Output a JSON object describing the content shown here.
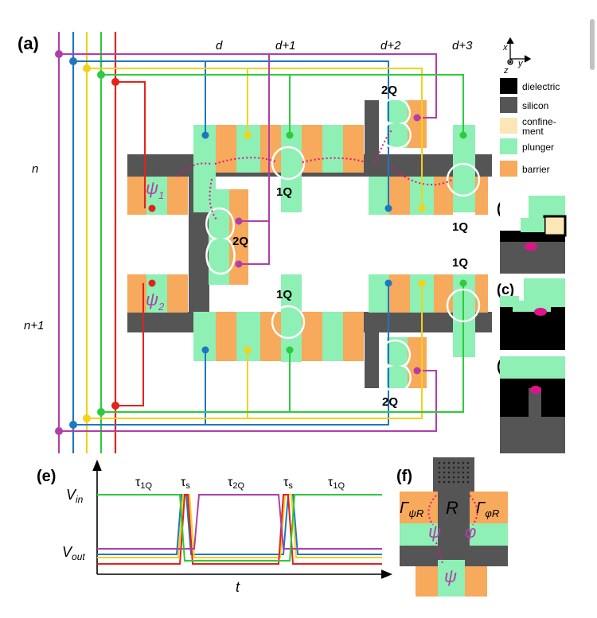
{
  "panels": {
    "a": "(a)",
    "b": "(b)",
    "c": "(c)",
    "d": "(d)",
    "e": "(e)",
    "f": "(f)"
  },
  "columns": [
    "d",
    "d+1",
    "d+2",
    "d+3"
  ],
  "rows": [
    "n",
    "n+1"
  ],
  "axes": {
    "x": "x",
    "y": "y",
    "z": "z"
  },
  "legend": [
    {
      "label": "dielectric",
      "color": "#000000"
    },
    {
      "label": "silicon",
      "color": "#555555"
    },
    {
      "label": "confine-",
      "label2": "ment",
      "color": "#fbe7b5"
    },
    {
      "label": "plunger",
      "color": "#8ef0b4"
    },
    {
      "label": "barrier",
      "color": "#f7a95c"
    }
  ],
  "qubit_labels": {
    "q1_top": "1Q",
    "q2_top_right": "2Q",
    "q2_left": "2Q",
    "q1_right_top": "1Q",
    "q1_right_mid": "1Q",
    "q1_center": "1Q",
    "q2_bottom_right": "2Q"
  },
  "psi": {
    "psi1": "ψ",
    "psi1_sub": "1",
    "psi2": "ψ",
    "psi2_sub": "2"
  },
  "pulse": {
    "vin_main": "V",
    "vin_sub": "in",
    "vout_main": "V",
    "vout_sub": "out",
    "tau1": "τ",
    "tau1_sub": "1Q",
    "taus1": "τ",
    "taus1_sub": "s",
    "tau2": "τ",
    "tau2_sub": "2Q",
    "taus2": "τ",
    "taus2_sub": "s",
    "tau3": "τ",
    "tau3_sub": "1Q",
    "t": "t"
  },
  "panel_f": {
    "gamma_left": "Γ",
    "gamma_left_sub": "ψR",
    "gamma_right": "Γ",
    "gamma_right_sub": "φR",
    "R": "R",
    "psi": "ψ",
    "phi": "φ",
    "psi_bottom": "ψ"
  },
  "colors": {
    "magenta": "#b13ea9",
    "blue": "#1f77c2",
    "yellow": "#f2d21b",
    "green": "#2ccc3c",
    "red": "#e3221a",
    "silicon": "#555555",
    "plunger": "#8ef0b4",
    "barrier": "#f7a95c",
    "confinement": "#fbe7b5",
    "dielectric": "#000000",
    "pink": "#e0138a"
  }
}
